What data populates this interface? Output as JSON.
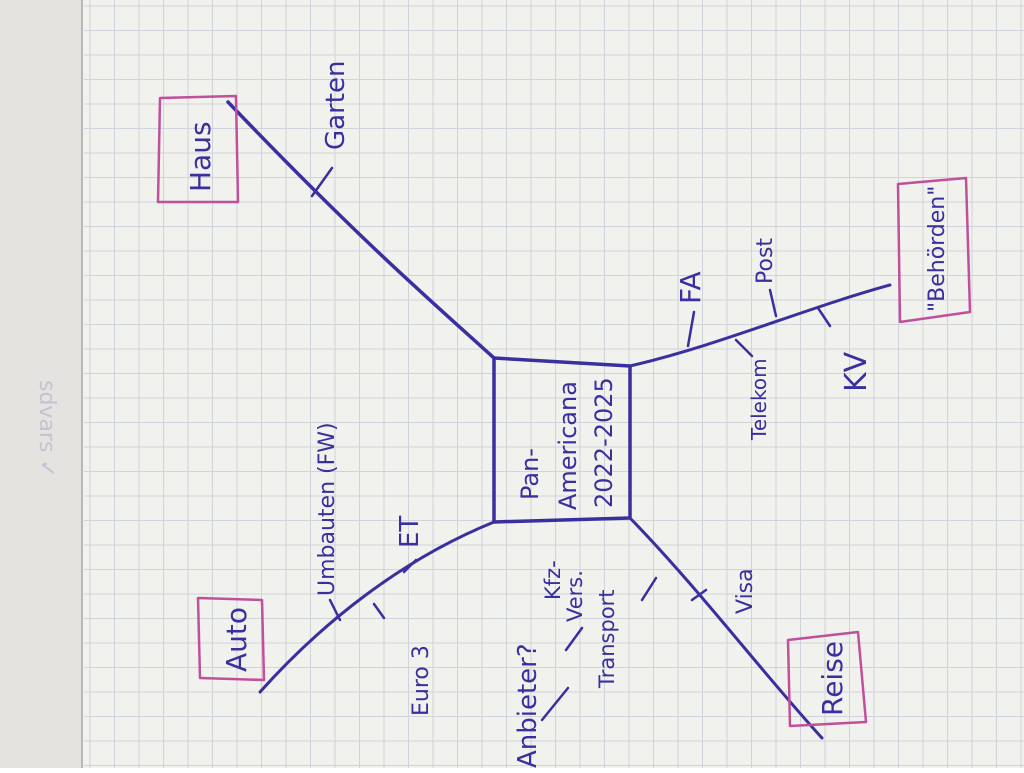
{
  "colors": {
    "paper": "#f1f1ee",
    "ink": "#3a2f9e",
    "highlight": "#c0509a",
    "grid": "#cfd3da",
    "binding": "#e4e3df"
  },
  "center": {
    "line1": "Pan-",
    "line2": "Americana",
    "line3": "2022-2025"
  },
  "branches": {
    "haus": {
      "label": "Haus",
      "items": {
        "garten": "Garten"
      }
    },
    "behoerden": {
      "label": "\"Behörden\"",
      "items": {
        "fa": "FA",
        "post": "Post",
        "telekom": "Telekom",
        "kv": "KV"
      }
    },
    "auto": {
      "label": "Auto",
      "items": {
        "umbauten": "Umbauten (FW)",
        "et": "ET",
        "euro3": "Euro 3"
      }
    },
    "reise": {
      "label": "Reise",
      "items": {
        "visa": "Visa",
        "kfz1": "Kfz-",
        "kfz2": "Vers.",
        "transport": "Transport",
        "anbieter": "Anbieter?"
      }
    }
  },
  "margin_scribble": "sdvars ✓"
}
